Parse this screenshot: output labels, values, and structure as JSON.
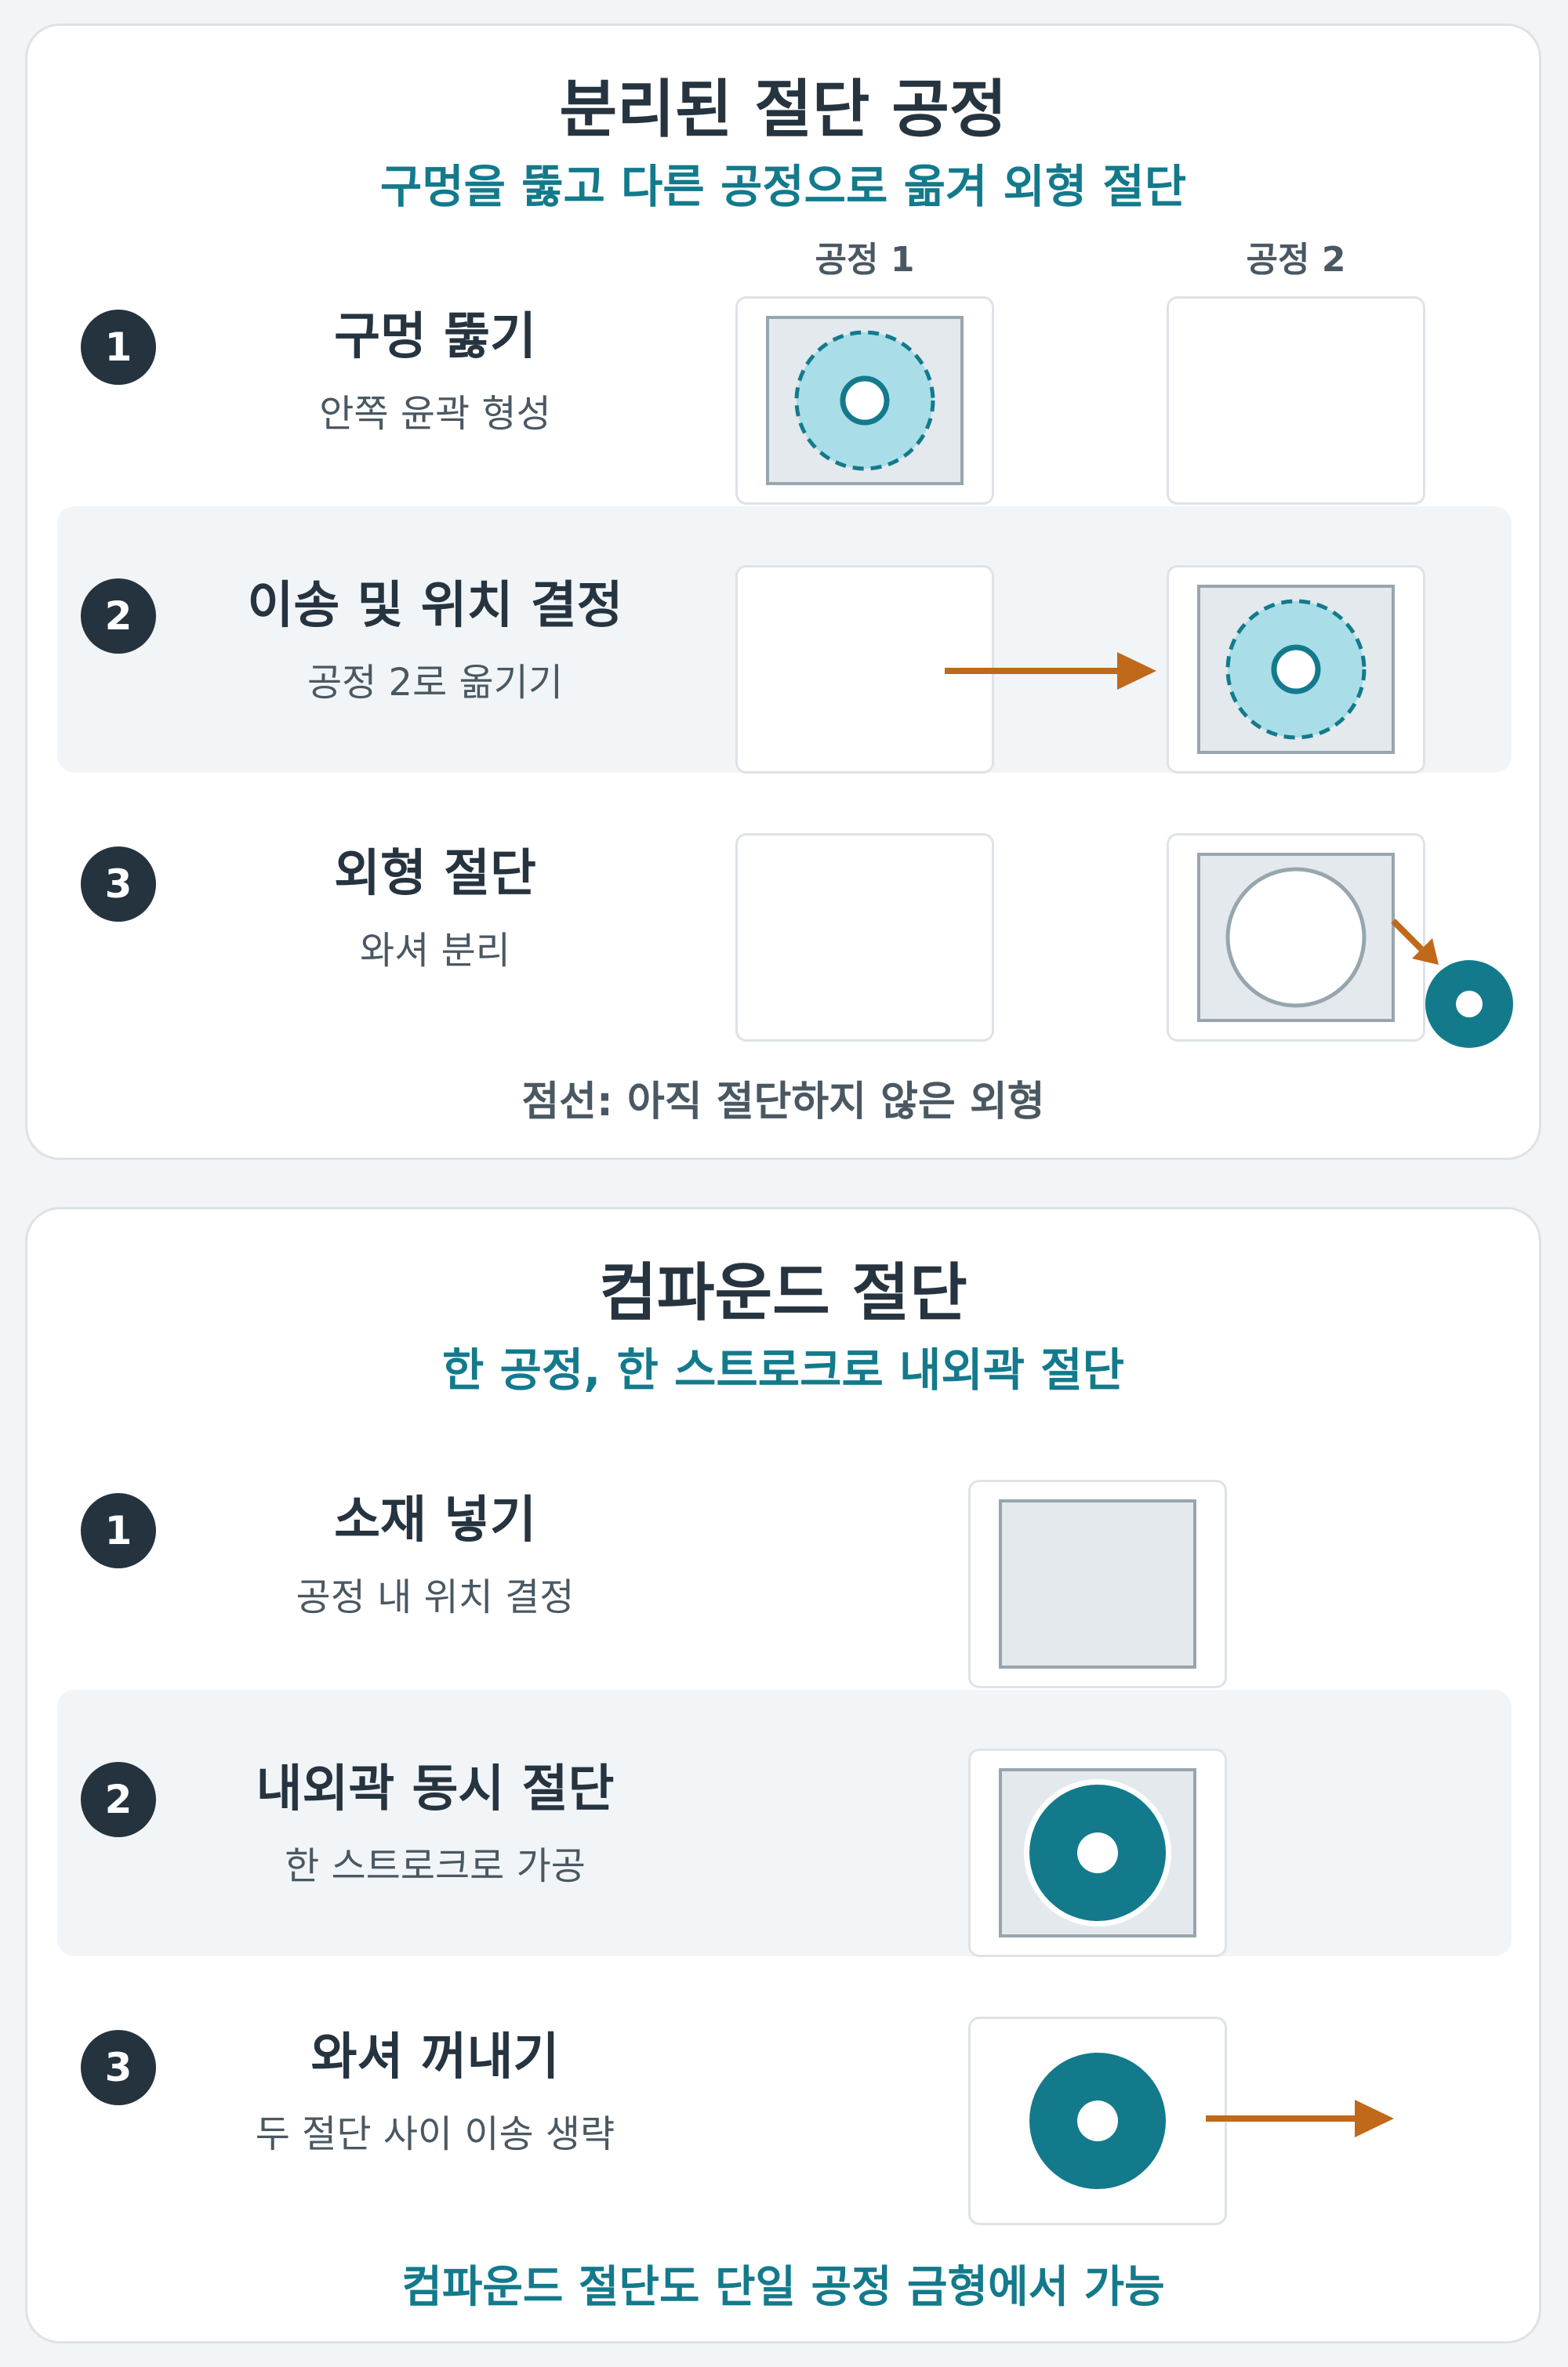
{
  "separate": {
    "title": "분리된 절단 공정",
    "subtitle": "구멍을 뚫고 다른 공정으로 옮겨 외형 절단",
    "columns": [
      "공정 1",
      "공정 2"
    ],
    "steps": [
      {
        "num": "1",
        "title": "구멍 뚫기",
        "sub": "안쪽 윤곽 형성"
      },
      {
        "num": "2",
        "title": "이송 및 위치 결정",
        "sub": "공정 2로 옮기기"
      },
      {
        "num": "3",
        "title": "외형 절단",
        "sub": "와셔 분리"
      }
    ],
    "note": "점선: 아직 절단하지 않은 외형"
  },
  "compound": {
    "title": "컴파운드 절단",
    "subtitle": "한 공정, 한 스트로크로 내외곽 절단",
    "steps": [
      {
        "num": "1",
        "title": "소재 넣기",
        "sub": "공정 내 위치 결정"
      },
      {
        "num": "2",
        "title": "내외곽 동시 절단",
        "sub": "한 스트로크로 가공"
      },
      {
        "num": "3",
        "title": "와셔 꺼내기",
        "sub": "두 절단 사이 이송 생략"
      }
    ],
    "note": "컴파운드 절단도 단일 공정 금형에서 가능"
  },
  "colors": {
    "teal": "#137a8c",
    "light_teal": "#a9dde8",
    "arrow": "#c0691a",
    "dark": "#25333f"
  }
}
